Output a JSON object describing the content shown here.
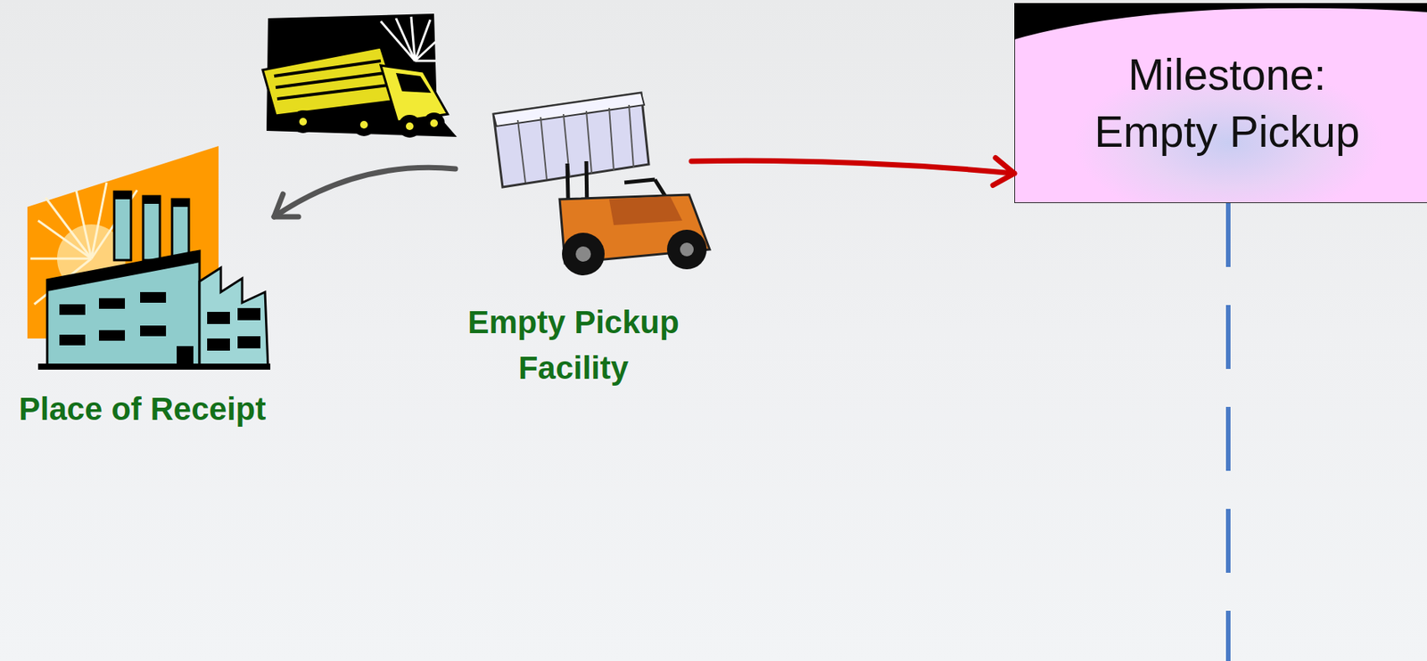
{
  "diagram": {
    "nodes": [
      {
        "text": [
          "Place of Receipt"
        ]
      },
      {
        "text": [
          "Empty Pickup Facility"
        ]
      },
      {
        "text": [
          "Milestone:",
          "Empty Pickup"
        ]
      }
    ],
    "edges": [
      {
        "from": 1,
        "to": 0,
        "arrow": "to"
      },
      {
        "from": 1,
        "to": 2,
        "arrow": "to"
      }
    ]
  }
}
